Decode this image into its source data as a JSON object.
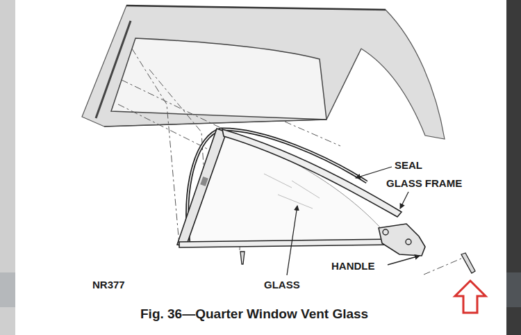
{
  "diagram": {
    "caption": "Fig. 36—Quarter Window Vent Glass",
    "labels": [
      "SEAL",
      "GLASS FRAME",
      "HANDLE",
      "GLASS",
      "NR377"
    ]
  }
}
